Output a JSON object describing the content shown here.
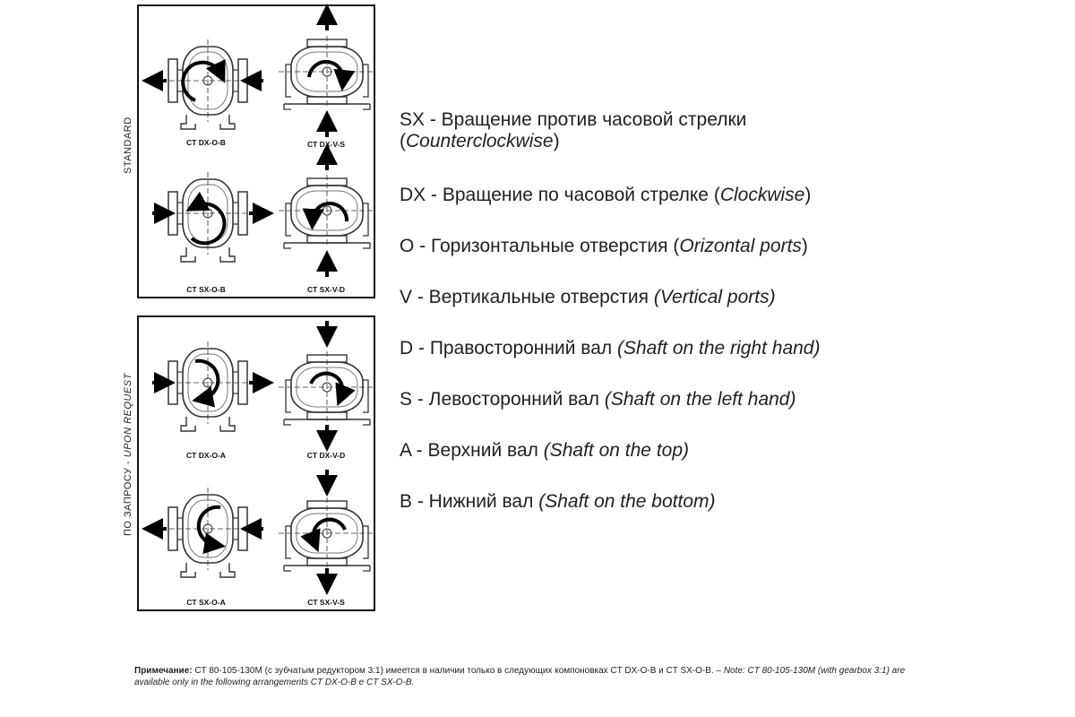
{
  "panels": {
    "standard_label": "STANDARD",
    "request_label_ru": "ПО ЗАПРОСУ - ",
    "request_label_en": "UPON REQUEST"
  },
  "captions": {
    "dx_o_b": "CT DX-O-B",
    "dx_v_s": "CT DX-V-S",
    "sx_o_b": "CT SX-O-B",
    "sx_v_d": "CT SX-V-D",
    "dx_o_a": "CT DX-O-A",
    "dx_v_d": "CT DX-V-D",
    "sx_o_a": "CT SX-O-A",
    "sx_v_s": "CT SX-V-S"
  },
  "legend": [
    {
      "ru": "SX - Вращение против часовой стрелки",
      "en": "Counterclockwise"
    },
    {
      "ru": "DX - Вращение по часовой стрелке ",
      "en": "Clockwise"
    },
    {
      "ru": "O - Горизонтальные отверстия ",
      "en": "Orizontal ports"
    },
    {
      "ru": "V - Вертикальные отверстия ",
      "en": "Vertical ports"
    },
    {
      "ru": "D - Правосторонний вал ",
      "en": "Shaft on the right hand"
    },
    {
      "ru": "S - Левосторонний вал ",
      "en": "Shaft on the left hand"
    },
    {
      "ru": "A - Верхний вал ",
      "en": "Shaft on the top"
    },
    {
      "ru": "B - Нижний вал ",
      "en": "Shaft on the bottom"
    }
  ],
  "note": {
    "label": "Примечание:",
    "ru": " CT 80-105-130M (с зубчатым редуктором 3:1) имеется в наличии только в следующих компоновках CT DX-O-B и CT SX-O-B. – ",
    "en": "Note: CT 80-105-130M (with gearbox 3:1) are available only in the following arrangements CT DX-O-B e CT SX-O-B."
  }
}
